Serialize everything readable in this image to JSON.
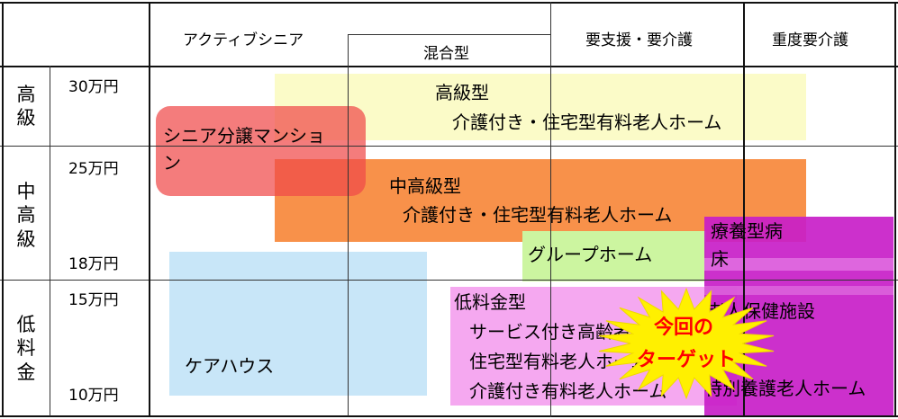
{
  "columns": {
    "active_senior": "アクティブシニア",
    "mixed": "混合型",
    "support_care": "要支援・要介護",
    "severe_care": "重度要介護"
  },
  "levels": {
    "high": "高\n級",
    "mid_high": "中\n高\n級",
    "low": "低\n料\n金"
  },
  "prices": {
    "p30": "30万円",
    "p25": "25万円",
    "p18": "18万円",
    "p15": "15万円",
    "p10": "10万円"
  },
  "facilities": {
    "high_class_title": "高級型",
    "high_class_sub": "介護付き・住宅型有料老人ホーム",
    "senior_condo_line1": "シニア分譲マンショ",
    "senior_condo_line2": "ン",
    "mid_high_title": "中高級型",
    "mid_high_sub": "介護付き・住宅型有料老人ホーム",
    "group_home": "グループホーム",
    "ryoyo_line1": "療養型病",
    "ryoyo_line2": "床",
    "care_house": "ケアハウス",
    "low_cost_title": "低料金型",
    "low_cost_item1": "サービス付き高齢者",
    "low_cost_item2": "住宅型有料老人ホーム",
    "low_cost_item3": "介護付き有料老人ホーム",
    "rouken": "老人保健施設",
    "tokuyo": "特別養護老人ホーム"
  },
  "callout": {
    "line1": "今回の",
    "line2": "ターゲット"
  },
  "colors": {
    "high_class": "#fbfbc8",
    "senior_condo": "#f06a6a",
    "mid_high": "#f7893c",
    "group_home": "#ccf5a0",
    "ryoyo": "#c81ec8",
    "care_house": "#c8e6f8",
    "low_cost": "#f5a8f0",
    "callout_fill": "#fff000",
    "callout_text": "#ff0000"
  }
}
